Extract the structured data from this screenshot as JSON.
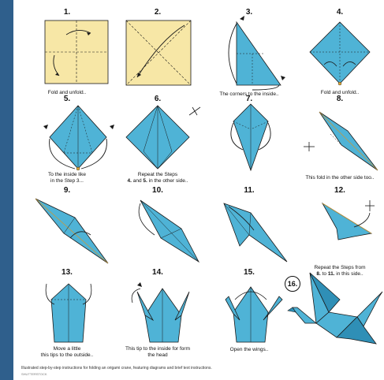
{
  "colors": {
    "paper": "#f7e7a6",
    "blue": "#4fb3d6",
    "blue_dark": "#2f8fb6",
    "line": "#1a1a1a",
    "background": "#2f5f8c"
  },
  "steps": [
    {
      "num": "1.",
      "caption": "Fold and unfold.."
    },
    {
      "num": "2.",
      "caption": ""
    },
    {
      "num": "3.",
      "caption": "The corners to the inside.."
    },
    {
      "num": "4.",
      "caption": "Fold and unfold.."
    },
    {
      "num": "5.",
      "caption_line1": "To the inside like",
      "caption_line2": "in the Step 3..."
    },
    {
      "num": "6.",
      "caption_line1": "Repeat the Steps",
      "caption_line2_pre": "",
      "caption_line2_b1": "4.",
      "caption_line2_mid": " and ",
      "caption_line2_b2": "5.",
      "caption_line2_post": " in the other side.."
    },
    {
      "num": "7.",
      "caption": ""
    },
    {
      "num": "8.",
      "caption": "This fold in the other side too.."
    },
    {
      "num": "9.",
      "caption": ""
    },
    {
      "num": "10.",
      "caption": ""
    },
    {
      "num": "11.",
      "caption": ""
    },
    {
      "num": "12.",
      "caption_line1": "Repeat the Steps from",
      "caption_line2_b1": "8.",
      "caption_line2_mid": " to ",
      "caption_line2_b2": "11.",
      "caption_line2_post": " in this side.."
    },
    {
      "num": "13.",
      "caption_line1": "Move a little",
      "caption_line2": "this tips to the outside.."
    },
    {
      "num": "14.",
      "caption_line1": "This tip to the inside for form",
      "caption_line2": "the head"
    },
    {
      "num": "15.",
      "caption": "Open the wings.."
    },
    {
      "num": "16.",
      "caption": ""
    }
  ],
  "footer": {
    "description": "Illustrated step-by-step instructions for folding an origami crane, featuring diagrams and brief text instructions.",
    "credit": "SHUTTERSTOCK"
  }
}
